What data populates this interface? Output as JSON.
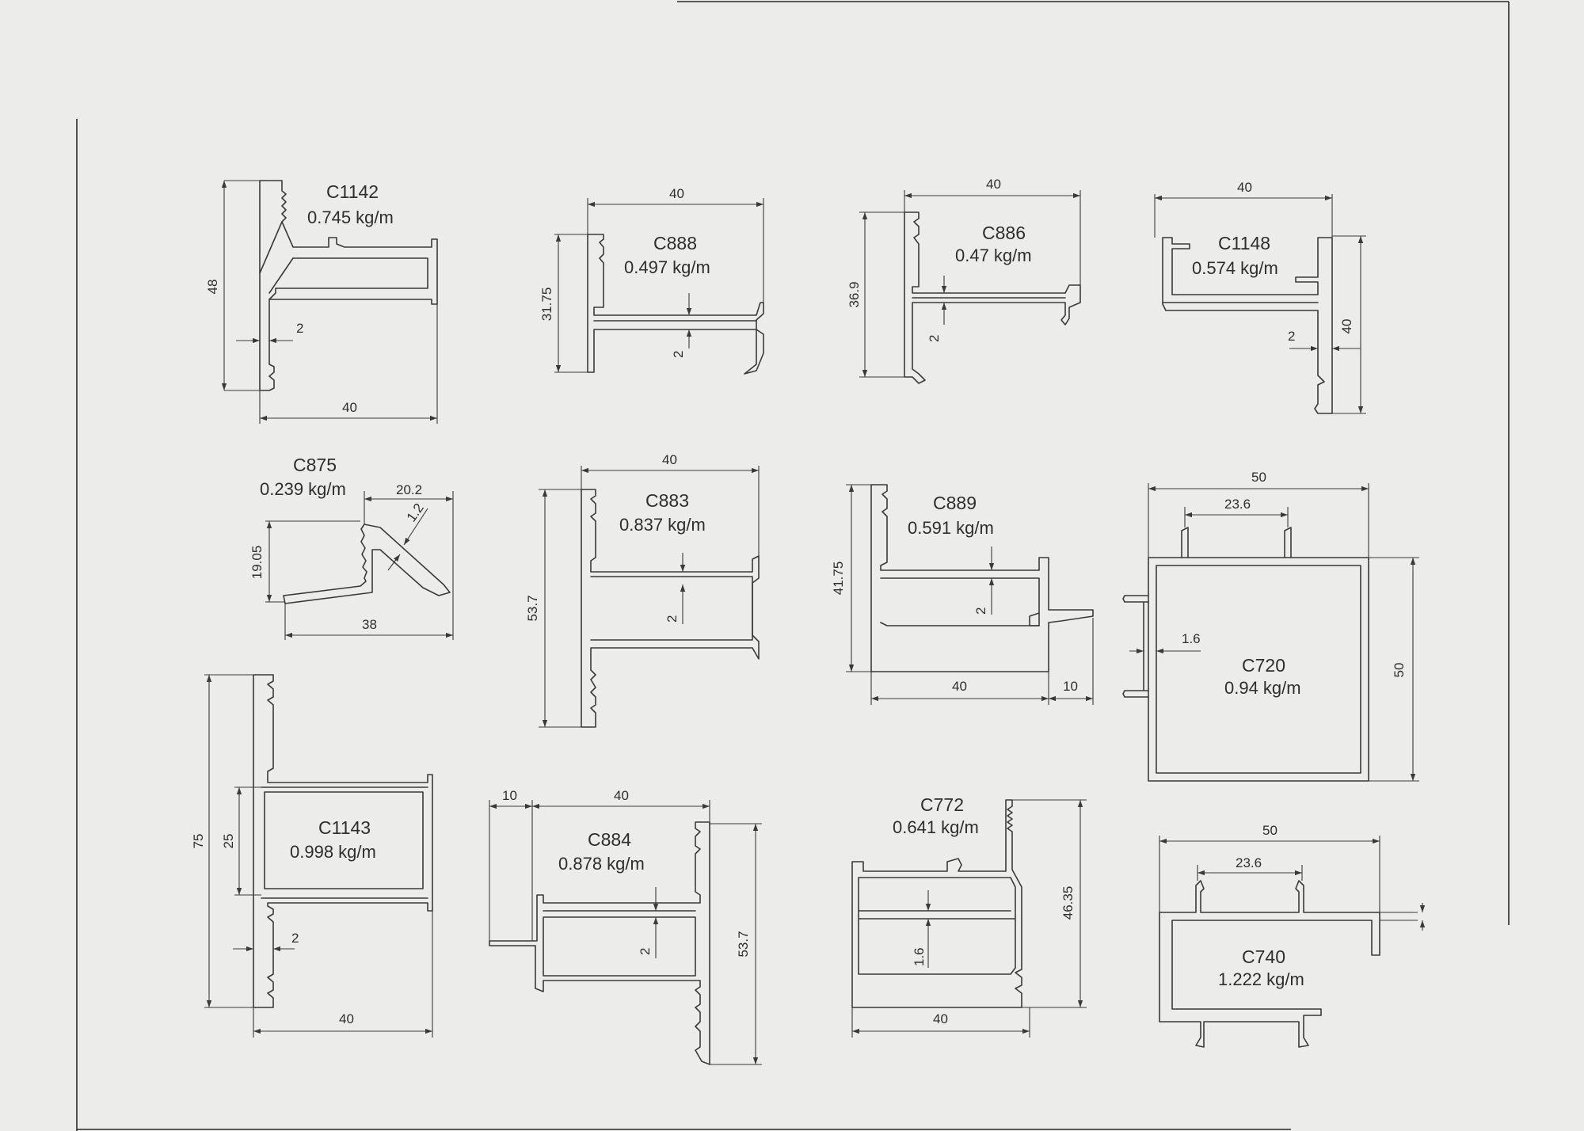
{
  "profiles": {
    "c1142": {
      "code": "C1142",
      "weight": "0.745 kg/m",
      "dims": [
        "48",
        "2",
        "40"
      ]
    },
    "c888": {
      "code": "C888",
      "weight": "0.497 kg/m",
      "dims": [
        "40",
        "31.75",
        "2"
      ]
    },
    "c886": {
      "code": "C886",
      "weight": "0.47 kg/m",
      "dims": [
        "40",
        "36.9",
        "2"
      ]
    },
    "c1148": {
      "code": "C1148",
      "weight": "0.574 kg/m",
      "dims": [
        "40",
        "2",
        "40"
      ]
    },
    "c875": {
      "code": "C875",
      "weight": "0.239 kg/m",
      "dims": [
        "20.2",
        "1.2",
        "19.05",
        "38"
      ]
    },
    "c883": {
      "code": "C883",
      "weight": "0.837 kg/m",
      "dims": [
        "40",
        "53.7",
        "2"
      ]
    },
    "c889": {
      "code": "C889",
      "weight": "0.591 kg/m",
      "dims": [
        "41.75",
        "2",
        "40",
        "10"
      ]
    },
    "c720": {
      "code": "C720",
      "weight": "0.94 kg/m",
      "dims": [
        "50",
        "23.6",
        "1.6",
        "50"
      ]
    },
    "c1143": {
      "code": "C1143",
      "weight": "0.998 kg/m",
      "dims": [
        "75",
        "25",
        "2",
        "40"
      ]
    },
    "c884": {
      "code": "C884",
      "weight": "0.878 kg/m",
      "dims": [
        "10",
        "40",
        "2",
        "53.7"
      ]
    },
    "c772": {
      "code": "C772",
      "weight": "0.641 kg/m",
      "dims": [
        "46.35",
        "1.6",
        "40"
      ]
    },
    "c740": {
      "code": "C740",
      "weight": "1.222 kg/m",
      "dims": [
        "50",
        "23.6"
      ]
    }
  }
}
